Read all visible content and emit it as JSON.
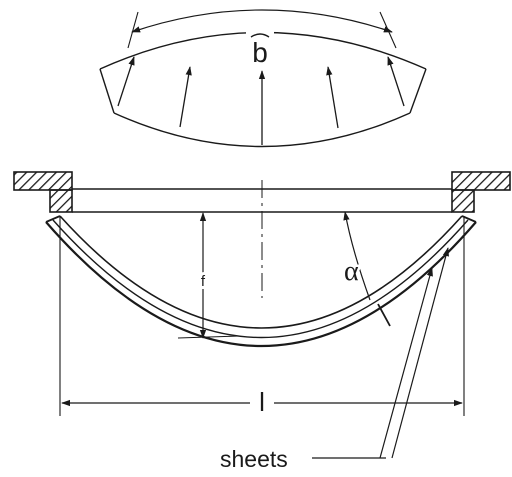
{
  "labels": {
    "arc_length": "b",
    "deflection": "f",
    "angle": "α",
    "span": "l",
    "sheets": "sheets"
  },
  "colors": {
    "ink": "#1a1a1a",
    "hatch": "#1a1a1a",
    "background": "#ffffff"
  }
}
